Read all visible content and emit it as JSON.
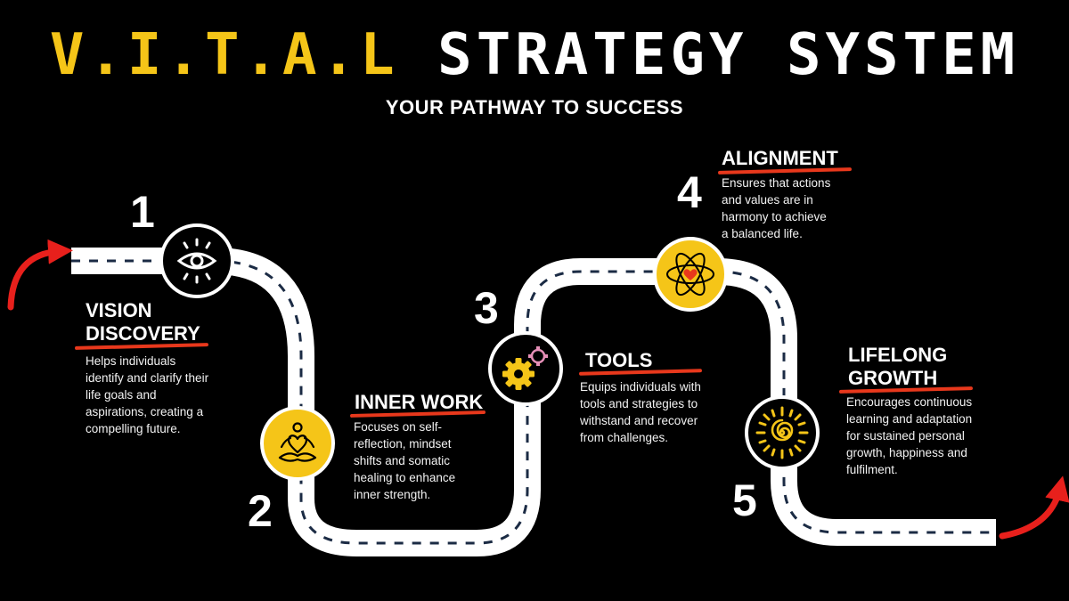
{
  "title": {
    "accent": "V.I.T.A.L",
    "rest": "STRATEGY SYSTEM"
  },
  "subtitle": "YOUR PATHWAY TO SUCCESS",
  "colors": {
    "accent": "#f5c518",
    "underline": "#e8381c",
    "road": "#ffffff",
    "dash": "#1b2b44",
    "arrow": "#e8201c"
  },
  "steps": [
    {
      "number": "1",
      "heading": [
        "VISION",
        "DISCOVERY"
      ],
      "icon": "eye-icon",
      "description": [
        "Helps individuals",
        "identify and clarify their",
        "life goals and",
        "aspirations, creating a",
        "compelling future."
      ]
    },
    {
      "number": "2",
      "heading": [
        "INNER WORK"
      ],
      "icon": "meditation-heart-icon",
      "description": [
        "Focuses on self-",
        "reflection, mindset",
        "shifts and somatic",
        "healing to enhance",
        "inner strength."
      ]
    },
    {
      "number": "3",
      "heading": [
        "TOOLS"
      ],
      "icon": "gears-icon",
      "description": [
        "Equips individuals with",
        "tools and strategies to",
        "withstand and recover",
        "from challenges."
      ]
    },
    {
      "number": "4",
      "heading": [
        "ALIGNMENT"
      ],
      "icon": "atom-heart-icon",
      "description": [
        "Ensures that actions",
        "and values are in",
        "harmony to achieve",
        "a balanced life."
      ]
    },
    {
      "number": "5",
      "heading": [
        "LIFELONG",
        "GROWTH"
      ],
      "icon": "sun-spiral-icon",
      "description": [
        "Encourages continuous",
        "learning and adaptation",
        "for sustained personal",
        "growth, happiness and",
        "fulfilment."
      ]
    }
  ]
}
